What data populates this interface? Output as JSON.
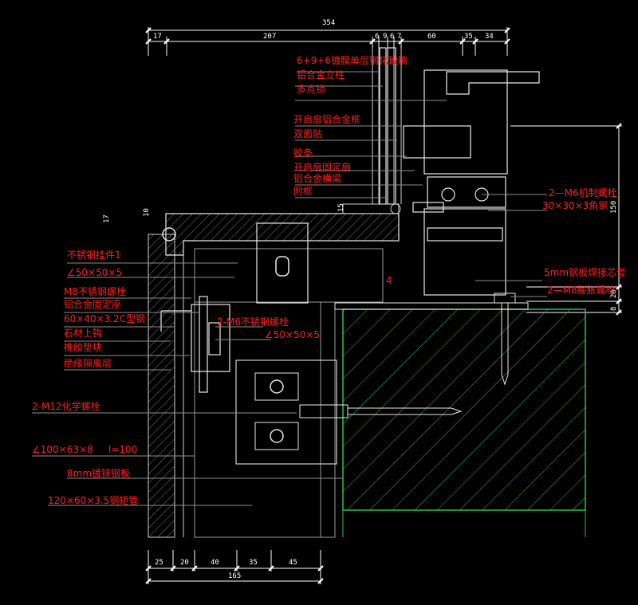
{
  "colors": {
    "background": "#000000",
    "label_red": "#ff2020",
    "dim_white": "#ffffff",
    "outline_white": "#e8e8e8",
    "stone_green": "#2fbf4f",
    "steel_gray": "#9a9a9a",
    "leader_gray": "#8c8c8c"
  },
  "top_dims": {
    "total": "354",
    "d17": "17",
    "d207": "207",
    "d6a": "6",
    "d9": "9",
    "d6b": "6",
    "d7": "7",
    "d60": "60",
    "d35": "35",
    "d34": "34"
  },
  "bottom_dims": {
    "d25": "25",
    "d20": "20",
    "d40": "40",
    "d35": "35",
    "d45": "45",
    "total": "165"
  },
  "right_dims": {
    "d150": "150",
    "d20": "20",
    "d8": "8"
  },
  "misc_dims": {
    "d15": "15",
    "d17": "17",
    "d10": "10",
    "d4": "4"
  },
  "labels": {
    "glass": "6+9+6镀膜单层钢化玻璃",
    "alu_mullion": "铝合金立柱",
    "multi_lock": "多点锁",
    "vent_frame": "开启扇铝合金框",
    "double_tape": "双面贴",
    "rubber_strip": "胶条",
    "vent_fixed_frame": "开启扇固定扇",
    "alu_transom": "铝合金横梁",
    "aux_frame": "附框",
    "m6_bolt": "2—M6机制螺栓",
    "angle_30": "30×30×3角钢",
    "ss_hook": "不锈钢挂件1",
    "angle_50_left": "∠50×50×5",
    "m8_bolt": "M8不锈钢螺栓",
    "alu_seat": "铝合金固定座",
    "c_steel": "60×40×3.2C型钢",
    "stone_hook": "石材上钩",
    "rubber_pad": "橡胶垫块",
    "insulation": "绝缘隔离层",
    "m6_ss_bolt": "2-M6不锈钢螺栓",
    "angle_50_mid": "∠50×50×5",
    "steel_plate_weld": "5mm钢板焊接芯套",
    "m8_expansion": "2—M8膨胀螺栓",
    "m12_chem": "2-M12化学螺栓",
    "angle_100": "∠100×63×8",
    "l_100": "l=100",
    "galv_plate": "8mm镀锌钢板",
    "rect_tube": "120×60×3.5钢矩管"
  }
}
